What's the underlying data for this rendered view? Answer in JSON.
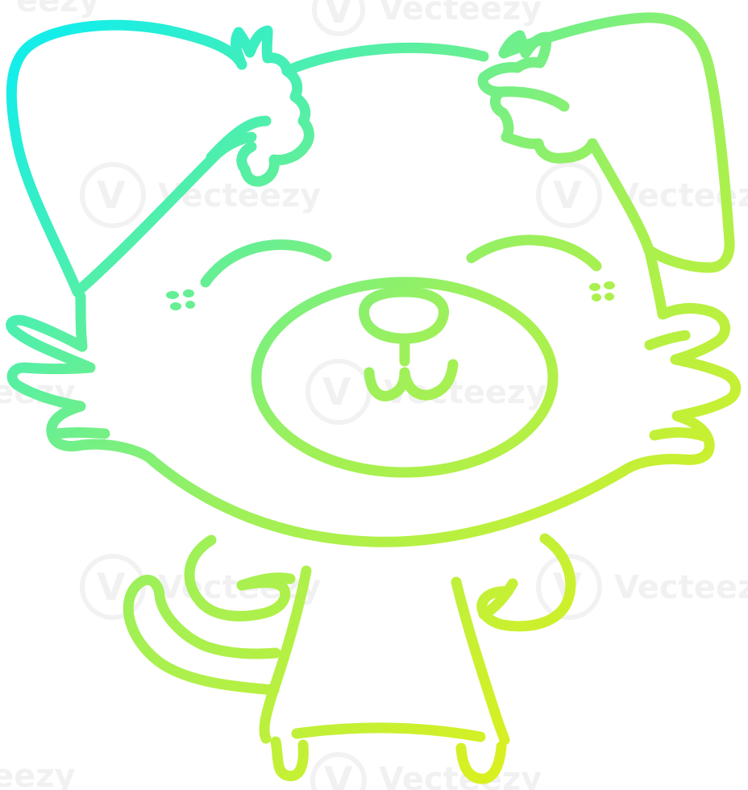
{
  "illustration": {
    "subject": "cartoon-dog-line-art",
    "gradient": {
      "start_color": "#15eee8",
      "mid_color": "#9ef05a",
      "end_color": "#e8f012"
    }
  },
  "watermark": {
    "brand": "Vecteezy",
    "fragment": "eezy",
    "opacity": 0.05
  }
}
